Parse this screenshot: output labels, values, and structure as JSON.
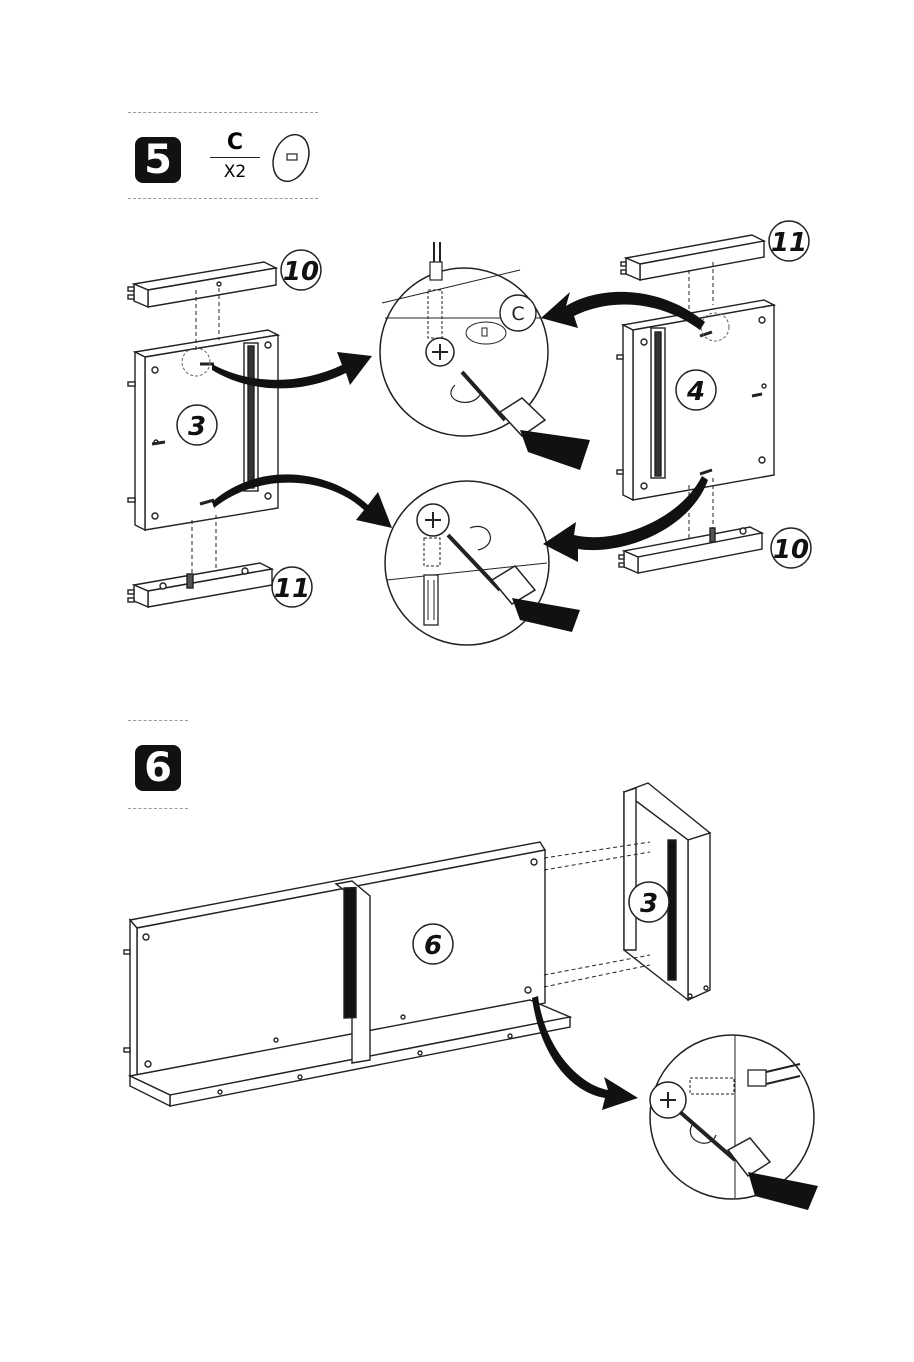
{
  "step5": {
    "number": "5",
    "part_letter": "C",
    "part_quantity": "X2",
    "callout_letter": "C",
    "labels": {
      "top_left_bar": "10",
      "left_panel": "3",
      "bottom_left_bar": "11",
      "top_right_bar": "11",
      "right_panel": "4",
      "bottom_right_bar": "10"
    }
  },
  "step6": {
    "number": "6",
    "labels": {
      "main_panel": "6",
      "side_panel": "3"
    }
  }
}
